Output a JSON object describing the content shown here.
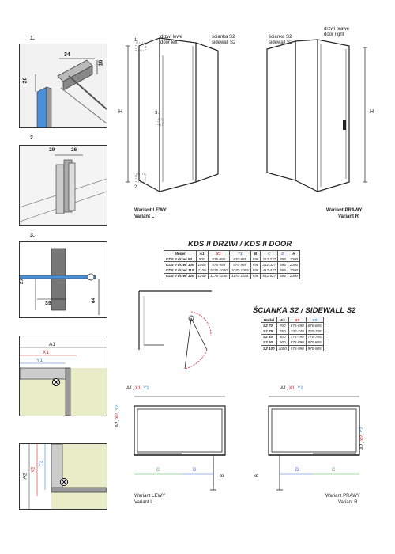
{
  "details": [
    {
      "number": "1.",
      "dims": [
        "34",
        "16",
        "26"
      ]
    },
    {
      "number": "2.",
      "dims": [
        "29",
        "26"
      ]
    },
    {
      "number": "3.",
      "dims": [
        "27",
        "39",
        "64"
      ]
    }
  ],
  "detail4": {
    "a": "A1",
    "x": "X1",
    "y": "Y1"
  },
  "detail5": {
    "a": "A2",
    "x": "X2",
    "y": "Y2"
  },
  "top_left": {
    "door_label": [
      "drzwi lewe",
      "door left"
    ],
    "h": "H",
    "marks": [
      "1.",
      "3.",
      "2."
    ],
    "variant": [
      "Wariant LEWY",
      "Variant L"
    ]
  },
  "top_right": {
    "sidewall_label": [
      "ścianka S2",
      "sidewall S2"
    ],
    "door_label": [
      "drzwi prawe",
      "door right"
    ],
    "h": "H",
    "variant": [
      "Wariant PRAWY",
      "Variant R"
    ]
  },
  "left_sidewall_label": [
    "ścianka S2",
    "sidewall S2"
  ],
  "door_table": {
    "title": "KDS II DRZWI / KDS II DOOR",
    "headers": [
      "Model",
      "A1",
      "X1",
      "Y1",
      "B",
      "C",
      "D",
      "H"
    ],
    "rows": [
      [
        "KDS II drzwi 90",
        "900",
        "875-890",
        "870-885",
        "596",
        "212-227",
        "596",
        "2000"
      ],
      [
        "KDS II drzwi 100",
        "1000",
        "975-990",
        "970-985",
        "596",
        "312-327",
        "596",
        "2000"
      ],
      [
        "KDS II drzwi 110",
        "1100",
        "1075-1090",
        "1070-1085",
        "596",
        "412-427",
        "596",
        "2000"
      ],
      [
        "KDS II drzwi 120",
        "1200",
        "1175-1190",
        "1170-1185",
        "596",
        "512-527",
        "596",
        "2000"
      ]
    ]
  },
  "sidewall_table": {
    "title": "ŚCIANKA S2 / SIDEWALL S2",
    "headers": [
      "Model",
      "A2",
      "X2",
      "Y2"
    ],
    "rows": [
      [
        "S2 70",
        "700",
        "675-690",
        "670-685"
      ],
      [
        "S2 75",
        "750",
        "725-740",
        "720-735"
      ],
      [
        "S2 80",
        "800",
        "775-790",
        "770-785"
      ],
      [
        "S2 90",
        "900",
        "875-890",
        "870-885"
      ],
      [
        "S2 100",
        "1000",
        "975-990",
        "970-985"
      ]
    ]
  },
  "plan_left": {
    "top_dims": [
      "A1, ",
      "X1",
      ", Y1"
    ],
    "side_dims": [
      "A2, ",
      "X2",
      ", Y2"
    ],
    "c": "C",
    "d": "D",
    "b": "B",
    "variant": [
      "Wariant LEWY",
      "Variant L"
    ]
  },
  "plan_right": {
    "top_dims": [
      "A1, ",
      "X1",
      ", Y1"
    ],
    "side_dims": [
      "A2, ",
      "X2",
      ", Y2"
    ],
    "c": "C",
    "d": "D",
    "b": "B",
    "variant": [
      "Wariant PRAWY",
      "Variant R"
    ]
  },
  "colors": {
    "x_red": "#d8232a",
    "y_blue": "#3a7fc4",
    "c_green": "#4caf50",
    "d_blue": "#4a6fd0",
    "glass": "#4a90d9",
    "panel": "#e8edc8"
  }
}
